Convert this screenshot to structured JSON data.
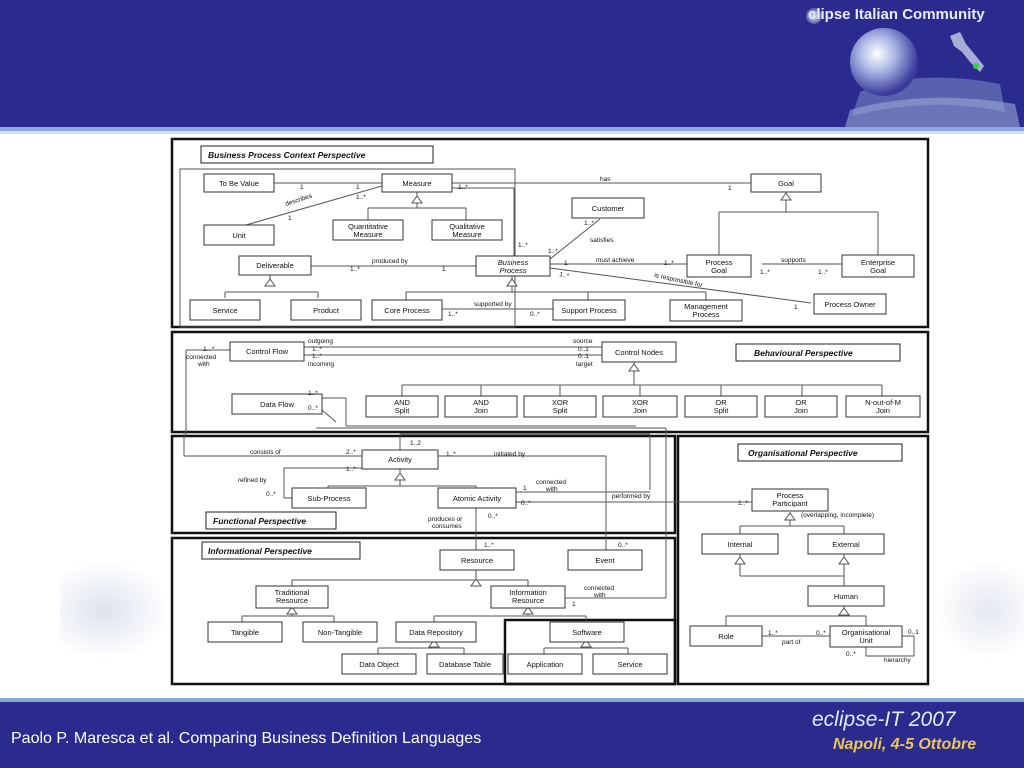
{
  "header": {
    "community": "clipse Italian Community"
  },
  "footer": {
    "author_text": "Paolo P. Maresca et al. Comparing Business Definition Languages",
    "event_title": "eclipse-IT 2007",
    "event_sub": "Napoli, 4-5 Ottobre"
  },
  "diagram": {
    "perspectives": {
      "business": "Business Process Context  Perspective",
      "behavioural": "Behavioural Perspective",
      "functional": "Functional Perspective",
      "organisational": "Organisational Perspective",
      "informational": "Informational Perspective"
    },
    "boxes": {
      "to_be_value": "To Be Value",
      "measure": "Measure",
      "goal": "Goal",
      "customer": "Customer",
      "unit": "Unit",
      "quantitative_1": "Quantitative",
      "quantitative_2": "Measure",
      "qualitative_1": "Qualitative",
      "qualitative_2": "Measure",
      "deliverable": "Deliverable",
      "business_1": "Business",
      "business_2": "Process",
      "process_goal_1": "Process",
      "process_goal_2": "Goal",
      "enterprise_goal_1": "Enterprise",
      "enterprise_goal_2": "Goal",
      "service": "Service",
      "product": "Product",
      "core_process": "Core Process",
      "support_process": "Support Process",
      "management_1": "Management",
      "management_2": "Process",
      "process_owner": "Process Owner",
      "control_flow": "Control Flow",
      "control_nodes": "Control Nodes",
      "data_flow": "Data Flow",
      "and_split_1": "AND",
      "and_split_2": "Split",
      "and_join_1": "AND",
      "and_join_2": "Join",
      "xor_split_1": "XOR",
      "xor_split_2": "Split",
      "xor_join_1": "XOR",
      "xor_join_2": "Join",
      "or_split_1": "OR",
      "or_split_2": "Split",
      "or_join_1": "OR",
      "or_join_2": "Join",
      "n_out_1": "N-out-of-M",
      "n_out_2": "Join",
      "activity": "Activity",
      "sub_process": "Sub-Process",
      "atomic_activity": "Atomic Activity",
      "process_participant_1": "Process",
      "process_participant_2": "Participant",
      "internal": "Internal",
      "external": "External",
      "human": "Human",
      "role": "Role",
      "org_unit_1": "Organisational",
      "org_unit_2": "Unit",
      "resource": "Resource",
      "event": "Event",
      "traditional_1": "Traditional",
      "traditional_2": "Resource",
      "information_1": "Information",
      "information_2": "Resource",
      "tangible": "Tangible",
      "non_tangible": "Non-Tangible",
      "data_repository": "Data Repository",
      "software": "Software",
      "data_object": "Data Object",
      "database_table": "Database Table",
      "application": "Application",
      "service_sw": "Service"
    },
    "labels": {
      "has": "has",
      "describes": "describes",
      "satisfies": "satisfies",
      "produced_by": "produced by",
      "must_achieve": "must  achieve",
      "supports": "supports",
      "is_responsible_for": "is responsible for",
      "supported_by": "supported by",
      "outgoing": "outgoing",
      "incoming": "incoming",
      "source": "source",
      "target": "target",
      "connected_with_1": "connected",
      "connected_with_2": "with",
      "consists_of": "consists of",
      "initiated_by": "initiated by",
      "refined_by": "refined by",
      "connected2_1": "connected",
      "connected2_2": "with",
      "performed_by": "performed by",
      "produces_1": "produces or",
      "produces_2": "consumes",
      "overlapping": "(overlapping, incomplete)",
      "part_of": "part of",
      "hierarchy": "hierarchy",
      "connected3_1": "connected",
      "connected3_2": "with"
    },
    "mult": {
      "m_tbv_1": "1",
      "m_meas_1": "1",
      "m_meas_goal": "1..*",
      "m_goal_1": "1",
      "m_desc_1": "1..*",
      "m_unit_1": "1",
      "m_cust": "1..*",
      "m_bp_cust": "1..*",
      "m_bp_meas": "1..*",
      "m_del": "1..*",
      "m_bp_del": "1",
      "m_bp_pg": "1",
      "m_pg_bp": "1..*",
      "m_pg_eg": "1..*",
      "m_eg_pg": "1..*",
      "m_bp_po": "1..*",
      "m_po": "1",
      "m_core": "1..*",
      "m_support": "0..*",
      "m_cf_l1": "1.. *",
      "m_cf_l2": "1..*",
      "m_cf_l3": "1..*",
      "m_src": "0..1",
      "m_tgt": "0..1",
      "m_df_1": "1..*",
      "m_df_2": "0..*",
      "m_act_top": "1..2",
      "m_act_left": "2..*",
      "m_act_right": "1..*",
      "m_act_below": "1..*",
      "m_sub": "0..*",
      "m_atomic_conn": "1",
      "m_atomic_perf": "0..*",
      "m_pp": "1..*",
      "m_atomic_res": "0..*",
      "m_res": "1..*",
      "m_event": "0..*",
      "m_info": "1",
      "m_role": "1..*",
      "m_ou_left": "0..*",
      "m_ou_right": "0..1",
      "m_ou_below": "0..*"
    }
  }
}
